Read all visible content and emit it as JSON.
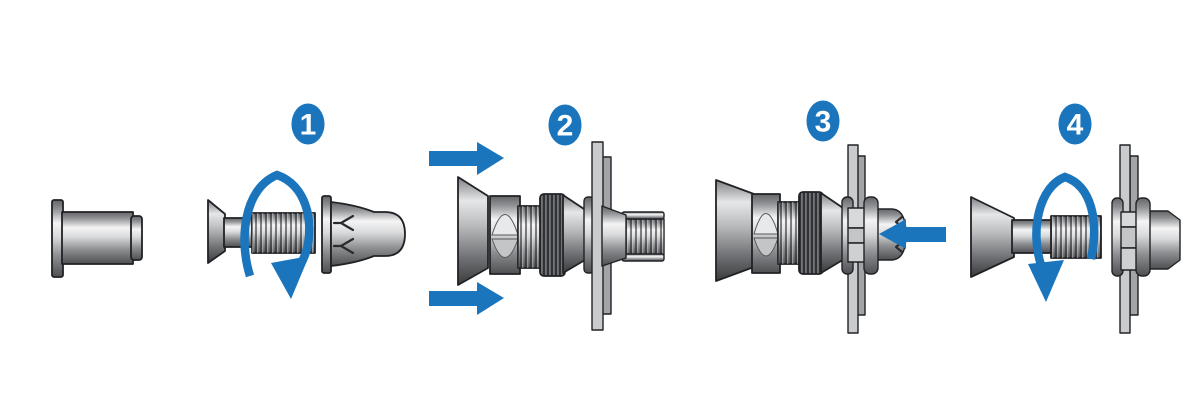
{
  "steps": [
    {
      "label": "1",
      "badge": "step-1-badge",
      "icon": "rotate-arrow-icon",
      "motion": "thread-on-rotation"
    },
    {
      "label": "2",
      "badge": "step-2-badge",
      "icon": "insert-arrows-icon",
      "motion": "insert-into-panel"
    },
    {
      "label": "3",
      "badge": "step-3-badge",
      "icon": "pull-arrow-icon",
      "motion": "pull-to-set"
    },
    {
      "label": "4",
      "badge": "step-4-badge",
      "icon": "rotate-arrow-icon",
      "motion": "unthread-rotation"
    }
  ],
  "colors": {
    "accent_blue": "#1a75bc",
    "badge_number": "#ffffff",
    "background": "#ffffff",
    "outline": "#212226",
    "panel_front": "#c9cbcd",
    "panel_back": "#a2a4a7",
    "metal_highlight": "#f4f4f5",
    "metal_shadow": "#4e4f51",
    "knurl_dark": "#303134"
  }
}
